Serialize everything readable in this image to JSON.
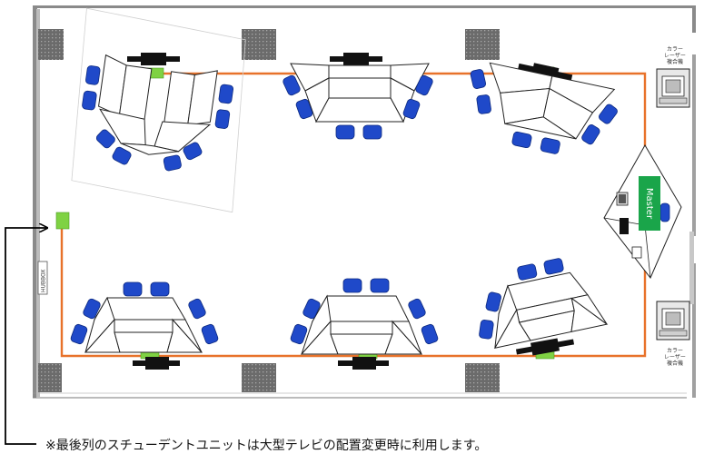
{
  "labels": {
    "master": "Master",
    "printer_top_1": "カラー",
    "printer_top_2": "レーザー",
    "printer_top_3": "複合機",
    "printer_bottom_1": "カラー",
    "printer_bottom_2": "レーザー",
    "printer_bottom_3": "複合機",
    "hub_box": "HUBBOX",
    "note": "※最後列のスチューデントユニットは大型テレビの配置変更時に利用します。"
  },
  "colors": {
    "cable": "#e8722a",
    "chair": "#1f49c9",
    "chair_outline": "#0d2a80",
    "green_unit": "#7fd243",
    "master_green": "#1aa54a",
    "pillar": "#6e6e6e",
    "wall": "#777777"
  }
}
